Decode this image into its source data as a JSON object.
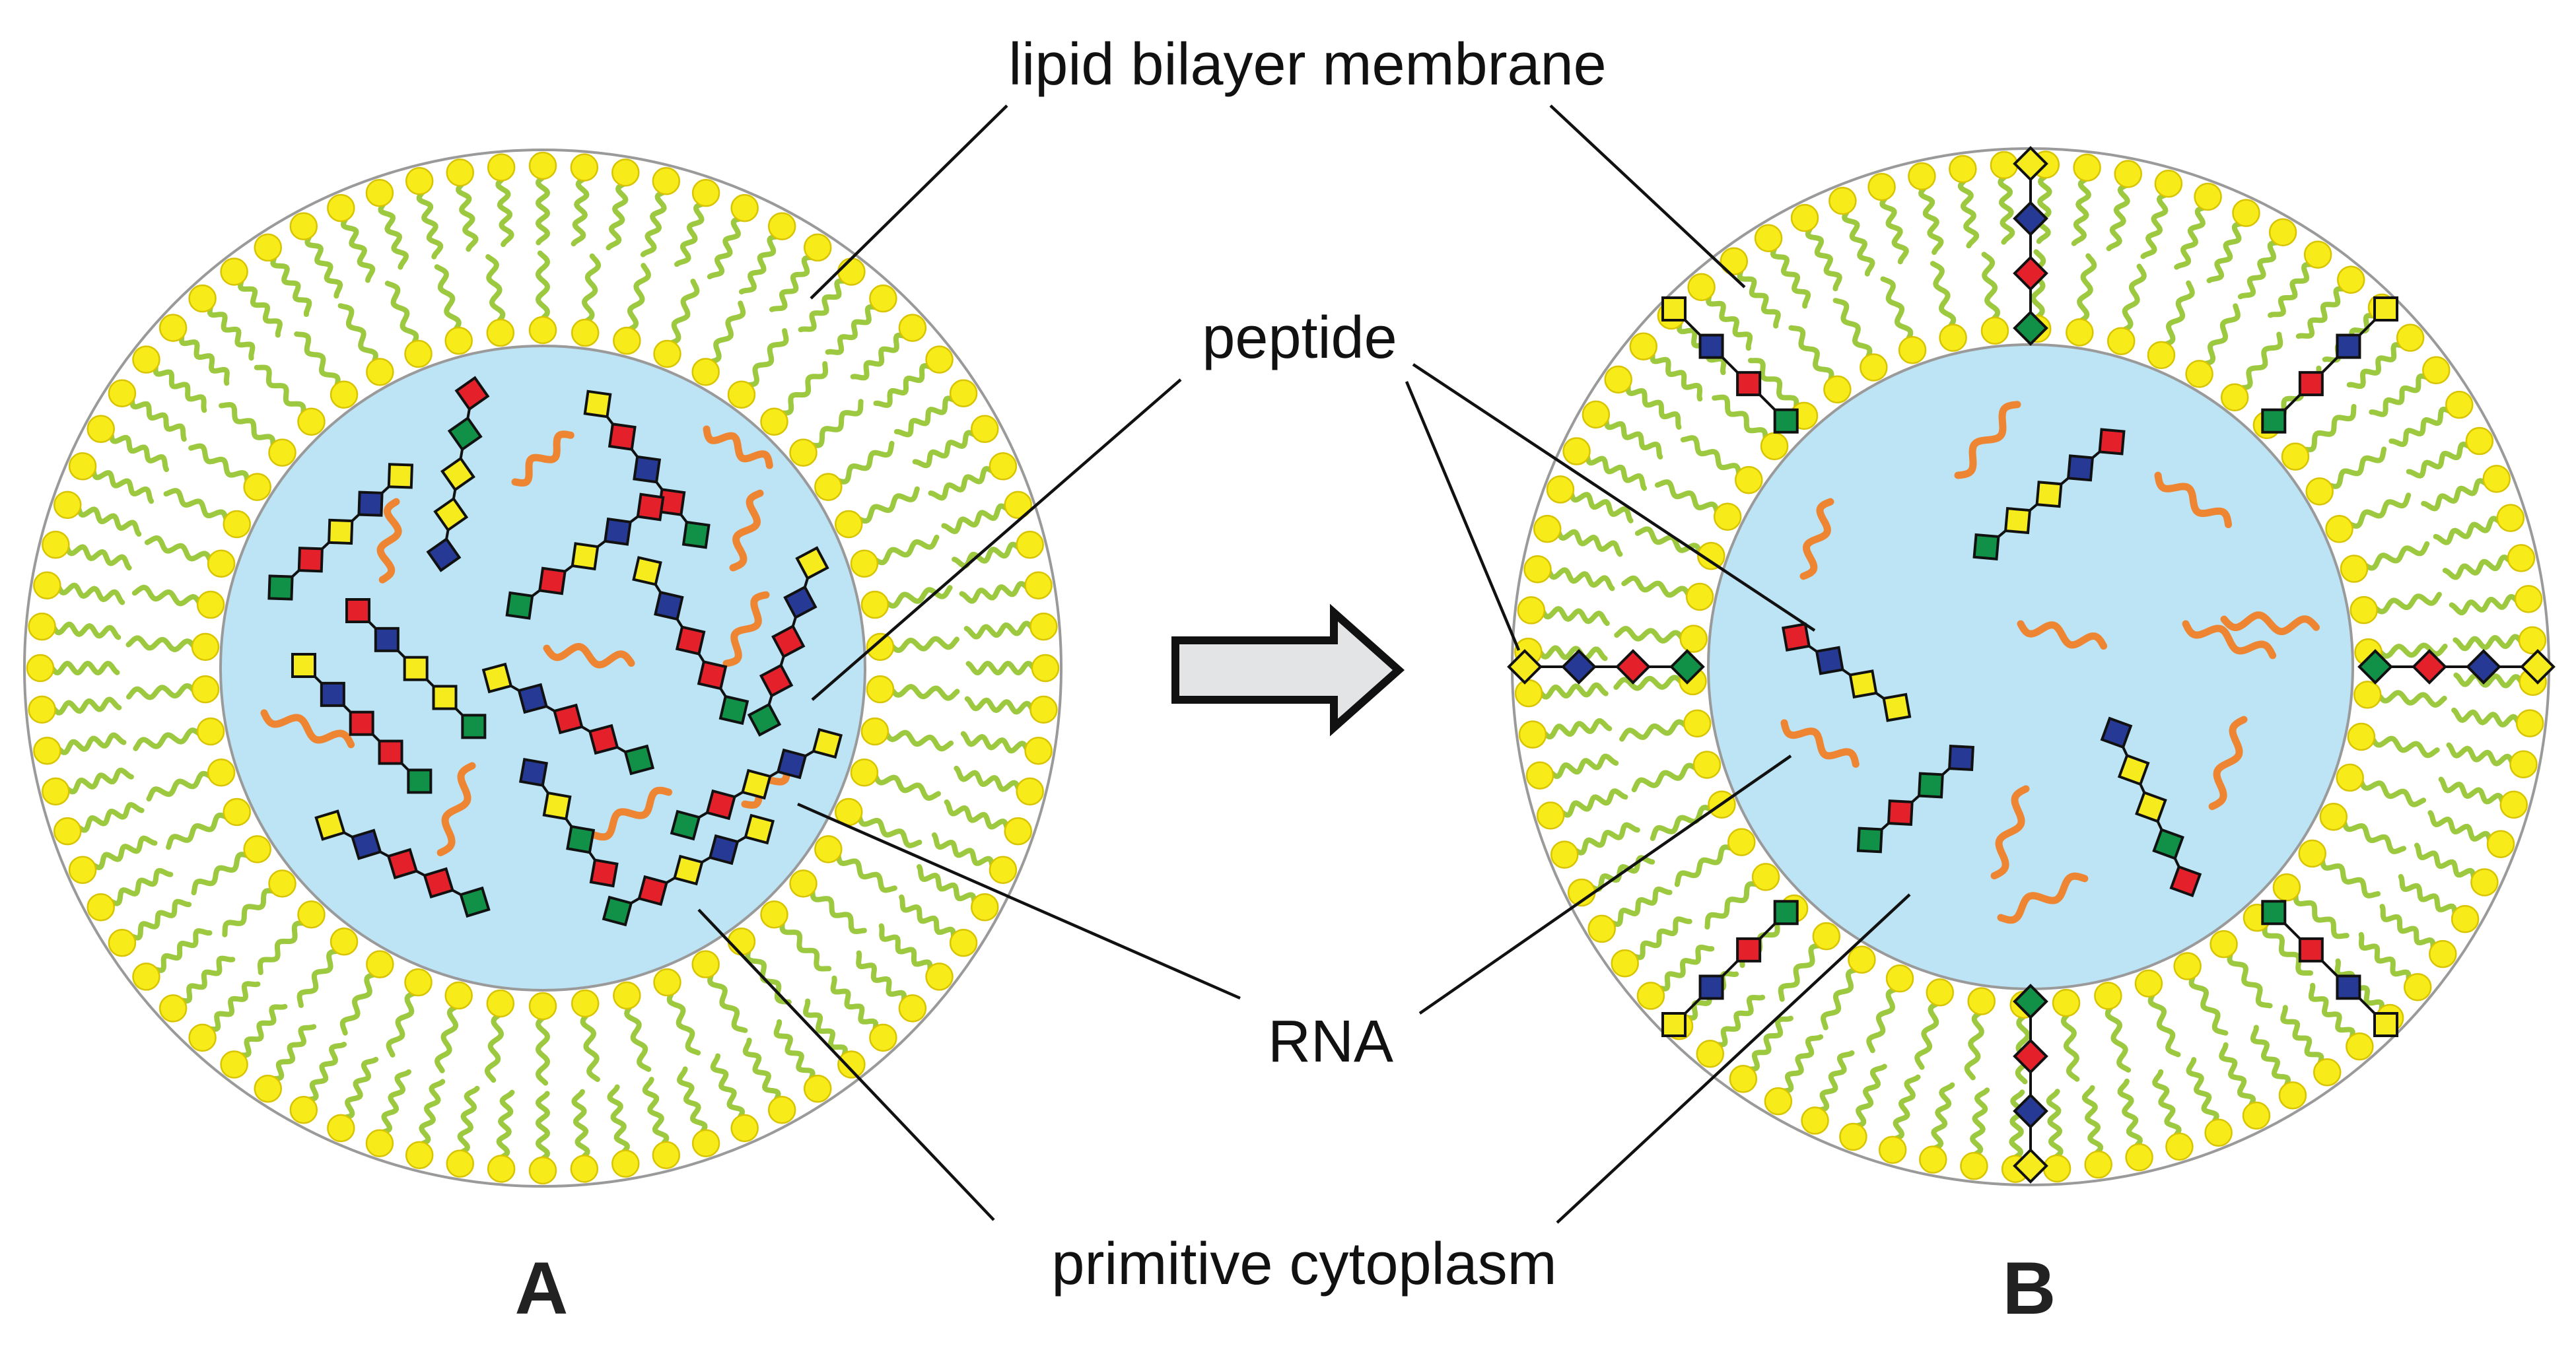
{
  "labels": {
    "membrane": "lipid bilayer membrane",
    "peptide": "peptide",
    "rna": "RNA",
    "cytoplasm": "primitive cytoplasm",
    "panel_a": "A",
    "panel_b": "B"
  },
  "colors": {
    "cytoplasm": "#bde4f4",
    "lipid_head": "#f7ec1a",
    "lipid_tail": "#9cc93f",
    "rna": "#ee8533",
    "red": "#e4202b",
    "green": "#119147",
    "blue": "#263a95",
    "yellow": "#f6ec1d",
    "arrow_fill": "#e2e4e5"
  },
  "icons": {
    "arrow": "right-arrow-icon"
  }
}
